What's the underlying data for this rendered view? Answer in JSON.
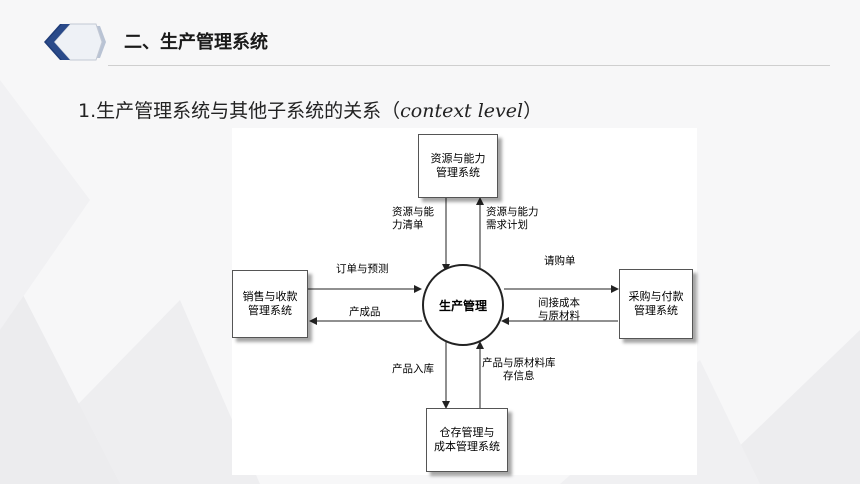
{
  "header": {
    "title": "二、生产管理系统"
  },
  "subtitle": {
    "prefix": "1.生产管理系统与其他子系统的关系（",
    "italic": "context level",
    "suffix": "）"
  },
  "diagram": {
    "center": "生产管理",
    "boxes": {
      "top": [
        "资源与能力",
        "管理系统"
      ],
      "left": [
        "销售与收款",
        "管理系统"
      ],
      "right": [
        "采购与付款",
        "管理系统"
      ],
      "bottom": [
        "仓存管理与",
        "成本管理系统"
      ]
    },
    "flows": {
      "top_down": [
        "资源与能",
        "力清单"
      ],
      "center_up": [
        "资源与能力",
        "需求计划"
      ],
      "left_in": "订单与预测",
      "center_to_left": "产成品",
      "center_to_right": "请购单",
      "right_in": [
        "间接成本",
        "与原材料"
      ],
      "center_down": "产品入库",
      "bottom_up": [
        "产品与原材料库",
        "存信息"
      ]
    }
  }
}
